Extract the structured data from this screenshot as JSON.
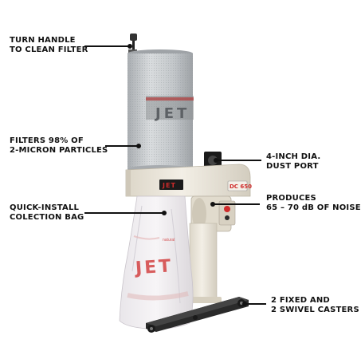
{
  "callouts": {
    "handle": {
      "line1": "TURN HANDLE",
      "line2": "TO CLEAN FILTER"
    },
    "filter": {
      "line1": "FILTERS 98% OF",
      "line2": "2-MICRON PARTICLES"
    },
    "bag": {
      "line1": "QUICK-INSTALL",
      "line2": "COLECTION BAG"
    },
    "port": {
      "line1": "4-INCH DIA.",
      "line2": "DUST PORT"
    },
    "noise": {
      "line1": "PRODUCES",
      "line2": "65 – 70 dB OF NOISE"
    },
    "casters": {
      "line1": "2 FIXED AND",
      "line2": "2 SWIVEL CASTERS"
    }
  },
  "branding": {
    "filter_logo": "JET",
    "housing_logo": "JET",
    "model_badge": "DC 650",
    "bag_logo": "JET",
    "bag_small": "natural"
  },
  "colors": {
    "accent_red": "#cf2b2b",
    "body_cream": "#ebe6da",
    "filter_grey": "#c7cacd",
    "text": "#111111"
  }
}
